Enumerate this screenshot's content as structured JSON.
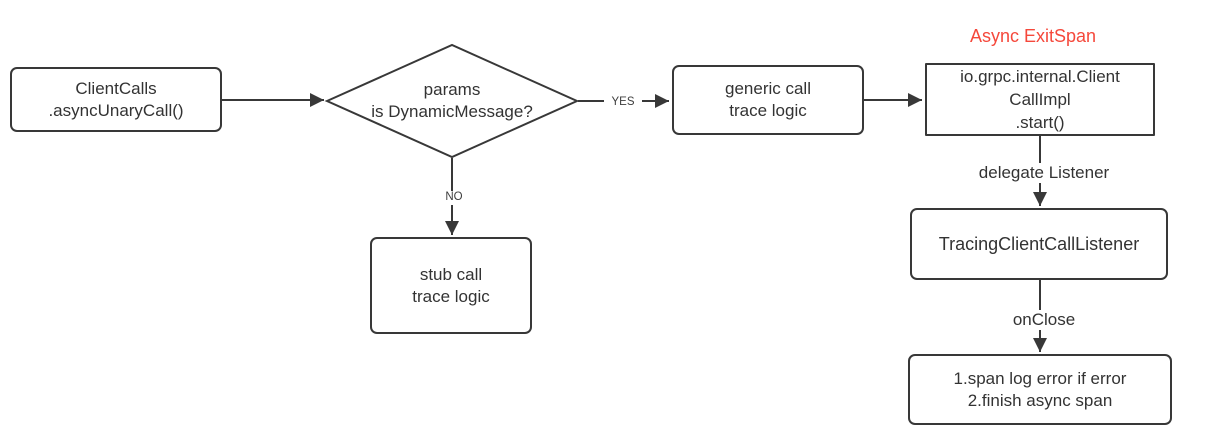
{
  "diagram": {
    "colors": {
      "accent_red": "#f5483b",
      "line": "#383838",
      "text": "#333333"
    },
    "title_label": "Async ExitSpan",
    "nodes": {
      "client_calls": {
        "lines": [
          "ClientCalls",
          ".asyncUnaryCall()"
        ]
      },
      "decision": {
        "lines": [
          "params",
          "is DynamicMessage?"
        ]
      },
      "generic_call": {
        "lines": [
          "generic call",
          "trace logic"
        ]
      },
      "client_call_impl": {
        "lines": [
          "io.grpc.internal.Client",
          "CallImpl",
          ".start()"
        ]
      },
      "stub_call": {
        "lines": [
          "stub call",
          "trace logic"
        ]
      },
      "tracing_listener": {
        "lines": [
          "TracingClientCallListener"
        ]
      },
      "on_close_actions": {
        "lines": [
          "1.span log error if error",
          "2.finish async span"
        ]
      }
    },
    "edge_labels": {
      "yes": "YES",
      "no": "NO",
      "delegate": "delegate Listener",
      "onclose": "onClose"
    }
  }
}
